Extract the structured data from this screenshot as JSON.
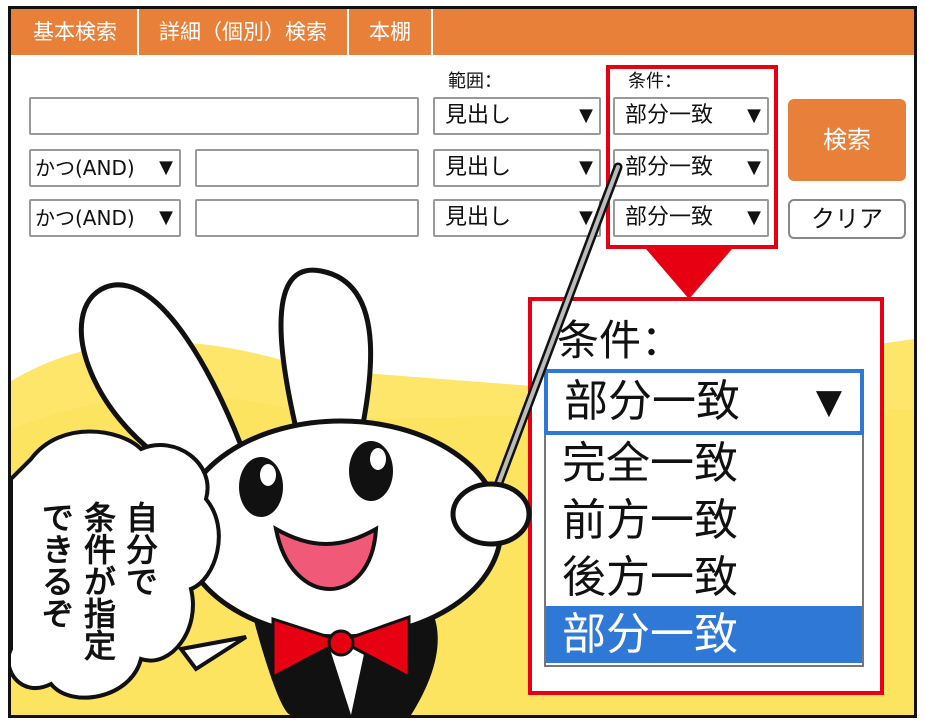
{
  "tabs": [
    "基本検索",
    "詳細（個別）検索",
    "本棚"
  ],
  "labels": {
    "range": "範囲：",
    "condition": "条件："
  },
  "rows": [
    {
      "logic": "",
      "scope": "見出し",
      "match": "部分一致"
    },
    {
      "logic": "かつ(AND)",
      "scope": "見出し",
      "match": "部分一致"
    },
    {
      "logic": "かつ(AND)",
      "scope": "見出し",
      "match": "部分一致"
    }
  ],
  "dropdown_arrow": "▼",
  "buttons": {
    "search": "検索",
    "clear": "クリア"
  },
  "zoom": {
    "label": "条件：",
    "selected": "部分一致",
    "options": [
      "完全一致",
      "前方一致",
      "後方一致",
      "部分一致"
    ]
  },
  "speech": [
    "自分で",
    "条件が指定",
    "できるぞ"
  ],
  "colors": {
    "accent_orange": "#e8803a",
    "highlight_red": "#e60012",
    "select_blue": "#2f78d6",
    "background_yellow": "#fde66a"
  }
}
